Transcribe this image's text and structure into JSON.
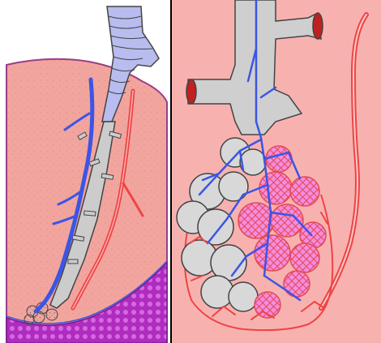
{
  "figure": {
    "panels": [
      {
        "id": "left",
        "content": "lung-section-with-bronchial-tree"
      },
      {
        "id": "right",
        "content": "alveolar-cluster-close-up"
      }
    ],
    "colors": {
      "background": "#ffffff",
      "lung_tissue": "#f2a59e",
      "lung_outline": "#9a3d8a",
      "diaphragm": "#b02cc0",
      "airway": "#c8c8c8",
      "airway_outline": "#444444",
      "trachea": "#b8bcee",
      "vein_blue": "#3b55e6",
      "artery_red": "#ee4444",
      "alveolus_oxygenated": "#f48ce0",
      "right_panel_bg": "#f7b2b0",
      "divider": "#000000"
    }
  }
}
